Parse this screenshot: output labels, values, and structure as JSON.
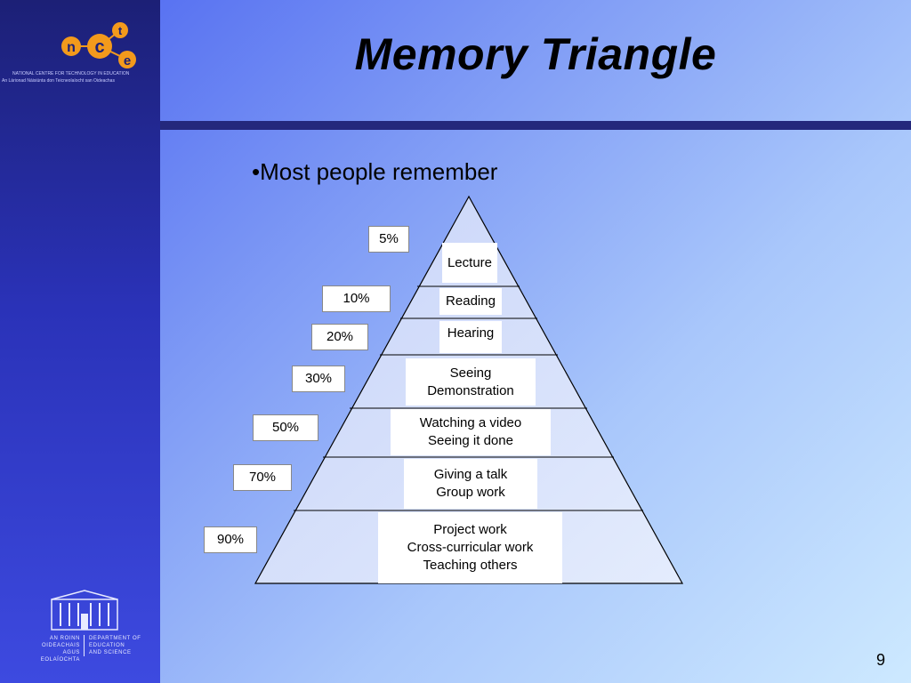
{
  "slide": {
    "title": "Memory Triangle",
    "bullet": "•Most people remember",
    "page_number": "9"
  },
  "logo": {
    "letters": [
      "n",
      "c",
      "t",
      "e"
    ],
    "line1": "NATIONAL CENTRE FOR TECHNOLOGY IN EDUCATION",
    "line2": "An Lárionad Náisiúnta don Teicneolaíocht san Oideachas"
  },
  "department": {
    "ga": [
      "AN ROINN",
      "OIDEACHAIS",
      "AGUS EOLAÍOCHTA"
    ],
    "en": [
      "DEPARTMENT OF",
      "EDUCATION",
      "AND SCIENCE"
    ]
  },
  "pyramid": {
    "levels": [
      {
        "percent": "5%",
        "lines": [
          "Lecture"
        ]
      },
      {
        "percent": "10%",
        "lines": [
          "Reading"
        ]
      },
      {
        "percent": "20%",
        "lines": [
          "Hearing"
        ]
      },
      {
        "percent": "30%",
        "lines": [
          "Seeing",
          "Demonstration"
        ]
      },
      {
        "percent": "50%",
        "lines": [
          "Watching a video",
          "Seeing it done"
        ]
      },
      {
        "percent": "70%",
        "lines": [
          "Giving a talk",
          "Group work"
        ]
      },
      {
        "percent": "90%",
        "lines": [
          "Project work",
          "Cross-curricular work",
          "Teaching others"
        ]
      }
    ]
  },
  "colors": {
    "sidebar": "#1c2076",
    "band": "#24287c",
    "pyramid_fill": "#d6e0fb",
    "logo_orange": "#f39a1c"
  }
}
